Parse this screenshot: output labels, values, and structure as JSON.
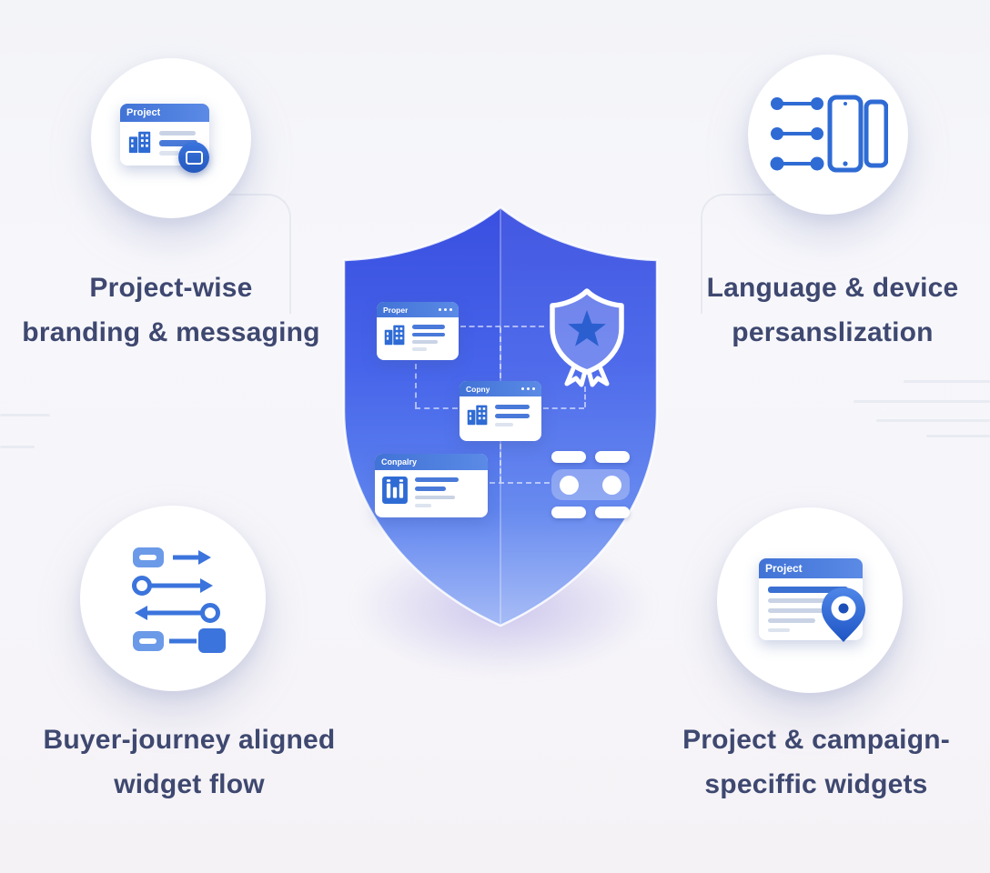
{
  "diagram": {
    "title_hint": "feature overview around central security shield",
    "features": [
      {
        "id": "project-branding",
        "lines": [
          "Project-wise",
          "branding & messaging"
        ],
        "icon": "project-card-video-icon"
      },
      {
        "id": "language-device",
        "lines": [
          "Language & device",
          "persanslization"
        ],
        "icon": "language-device-icon"
      },
      {
        "id": "buyer-journey",
        "lines": [
          "Buyer-journey aligned",
          "widget flow"
        ],
        "icon": "journey-flow-icon"
      },
      {
        "id": "campaign-widgets",
        "lines": [
          "Project & campaign-",
          "speciffic widgets"
        ],
        "icon": "project-card-location-icon"
      }
    ],
    "bubbles": {
      "top_left_card_title": "Project",
      "bottom_right_card_title": "Project"
    },
    "shield": {
      "icon": "shield-shape",
      "cards": [
        {
          "title": "Proper"
        },
        {
          "title": "Copny"
        },
        {
          "title": "Conpalry"
        }
      ],
      "inner_icons": [
        "award-badge-icon",
        "toggle-panel-icon"
      ]
    },
    "colors": {
      "background": "#f6f6fa",
      "text": "#3e4870",
      "shield_top": "#3a4fe0",
      "shield_bottom": "#9fb6f6",
      "accent_blue": "#2f6bd4",
      "card_header_blue": "#4173d6"
    }
  }
}
